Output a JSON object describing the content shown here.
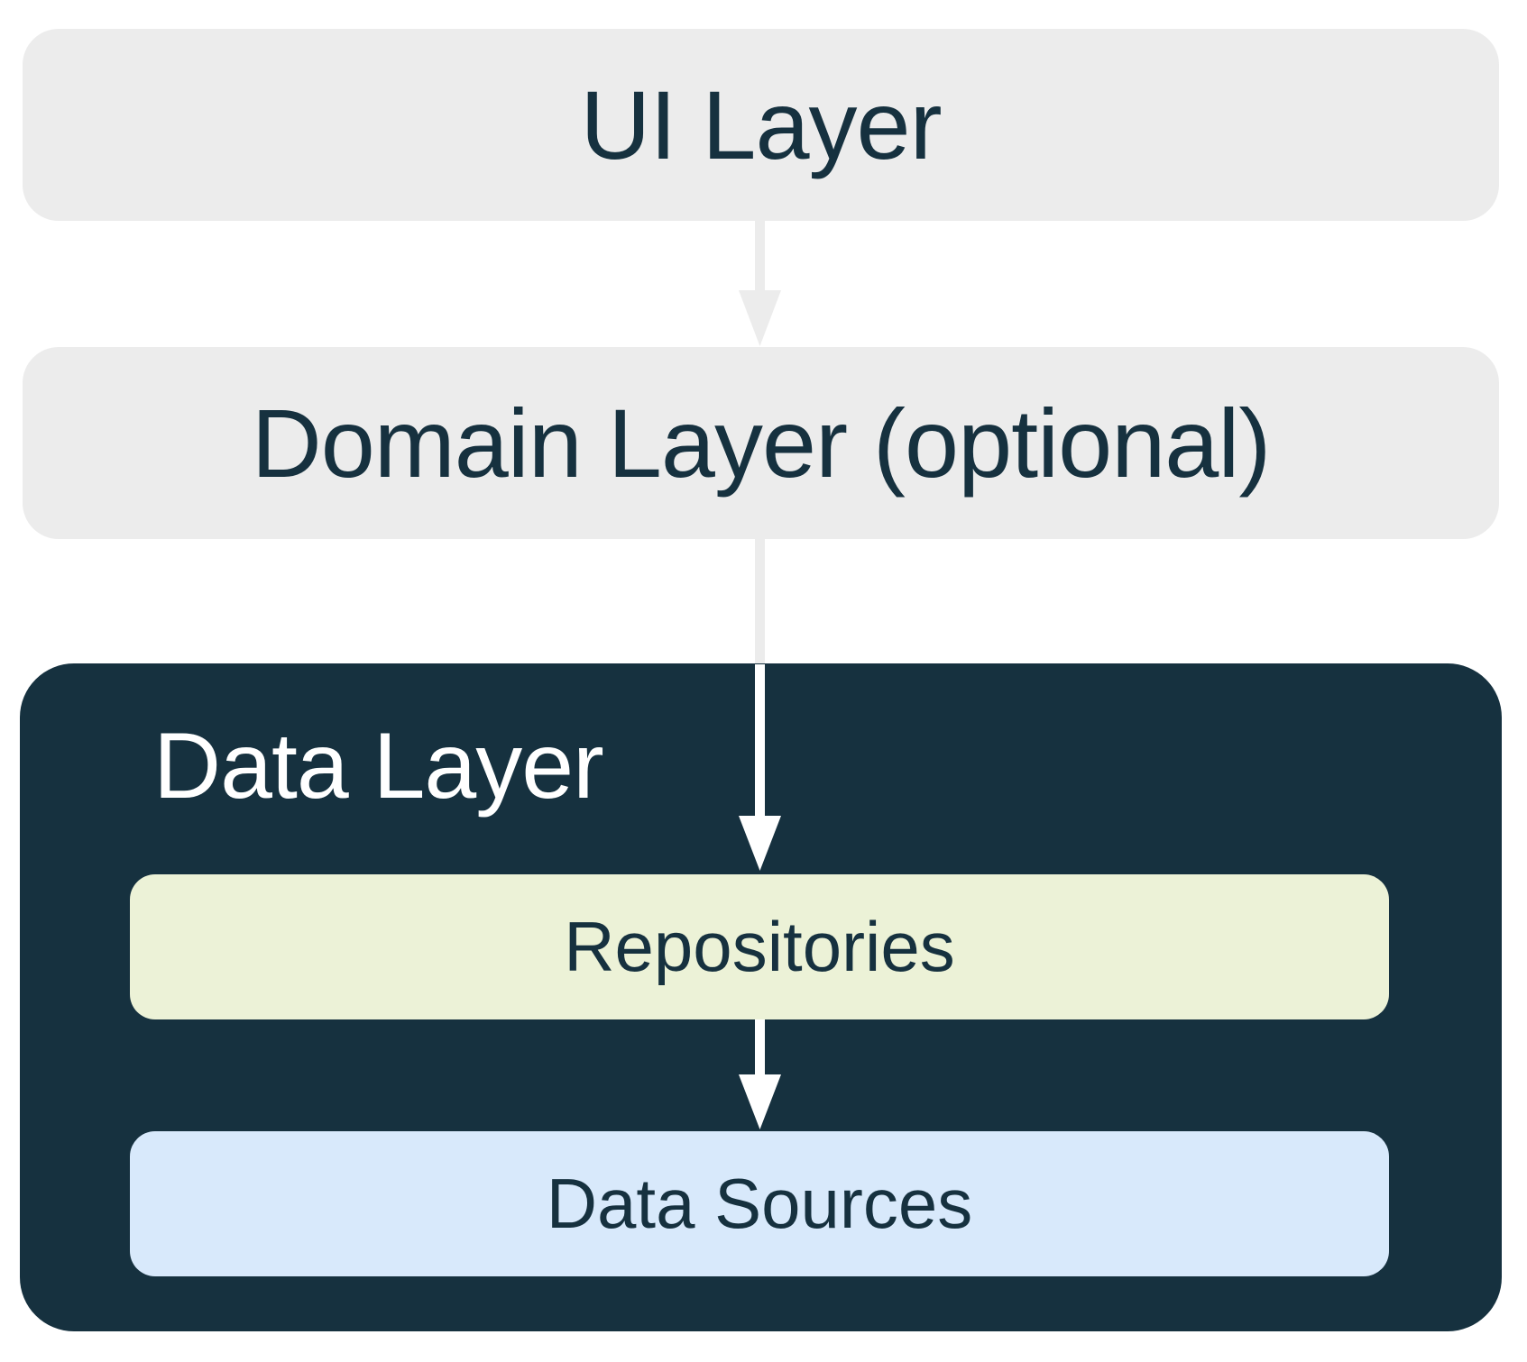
{
  "diagram": {
    "name": "app-architecture-layers",
    "description": "Typical app architecture diagram: UI Layer points to optional Domain Layer, which points into the Data Layer containing Repositories and Data Sources.",
    "boxes": {
      "ui_layer": {
        "label": "UI Layer"
      },
      "domain_layer": {
        "label": "Domain Layer (optional)"
      },
      "data_layer": {
        "label": "Data Layer"
      },
      "repositories": {
        "label": "Repositories"
      },
      "data_sources": {
        "label": "Data Sources"
      }
    },
    "connections": [
      {
        "from": "UI Layer",
        "to": "Domain Layer (optional)",
        "style": "gray-arrow"
      },
      {
        "from": "Domain Layer (optional)",
        "to": "Repositories",
        "style": "gray-then-white-arrow"
      },
      {
        "from": "Repositories",
        "to": "Data Sources",
        "style": "white-arrow"
      }
    ]
  },
  "colors": {
    "background": "#FFFFFF",
    "light_gray_box": "#ECECEC",
    "navy_box": "#16313F",
    "navy_text": "#16313F",
    "white_text": "#FFFFFF",
    "repositories_fill": "#ECF2D7",
    "data_sources_fill": "#D8E9FB",
    "arrow_gray": "#ECECEC",
    "arrow_white": "#FFFFFF"
  }
}
